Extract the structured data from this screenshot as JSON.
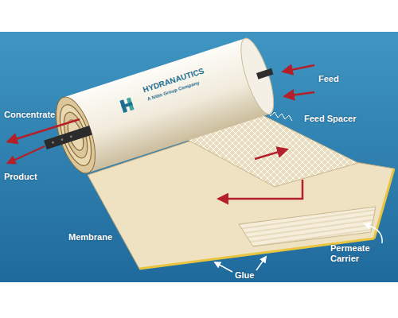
{
  "diagram": {
    "labels": [
      "Feed",
      "Feed Spacer",
      "Concentrate",
      "Product",
      "Permeate Carrier",
      "Membrane",
      "Glue",
      "HYDRANAUTICS",
      "A Nitto Group Company"
    ]
  }
}
